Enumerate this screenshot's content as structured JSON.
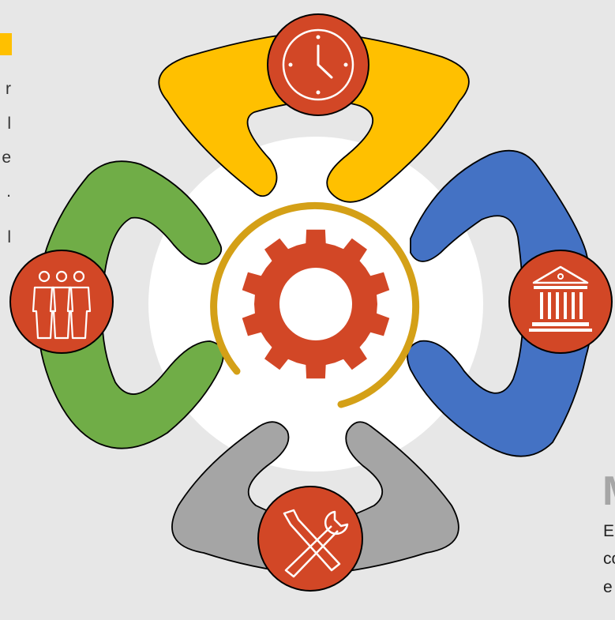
{
  "colors": {
    "background": "#e7e7e7",
    "top_arm": "#ffc000",
    "right_arm": "#4472c4",
    "bottom_arm": "#a5a5a5",
    "left_arm": "#70ad47",
    "icon_circle": "#d24726",
    "gear": "#d24726",
    "gold_ring": "#d4a017",
    "center_disc": "#ffffff"
  },
  "icons": {
    "top": "clock-icon",
    "right": "bank-building-icon",
    "bottom": "tools-icon",
    "left": "people-group-icon",
    "center": "gear-icon"
  },
  "left_partial_text": [
    "r",
    "l",
    "e",
    ".",
    "l"
  ],
  "right_heading_partial": "M",
  "right_partial_text": [
    "E",
    "co",
    "e"
  ]
}
